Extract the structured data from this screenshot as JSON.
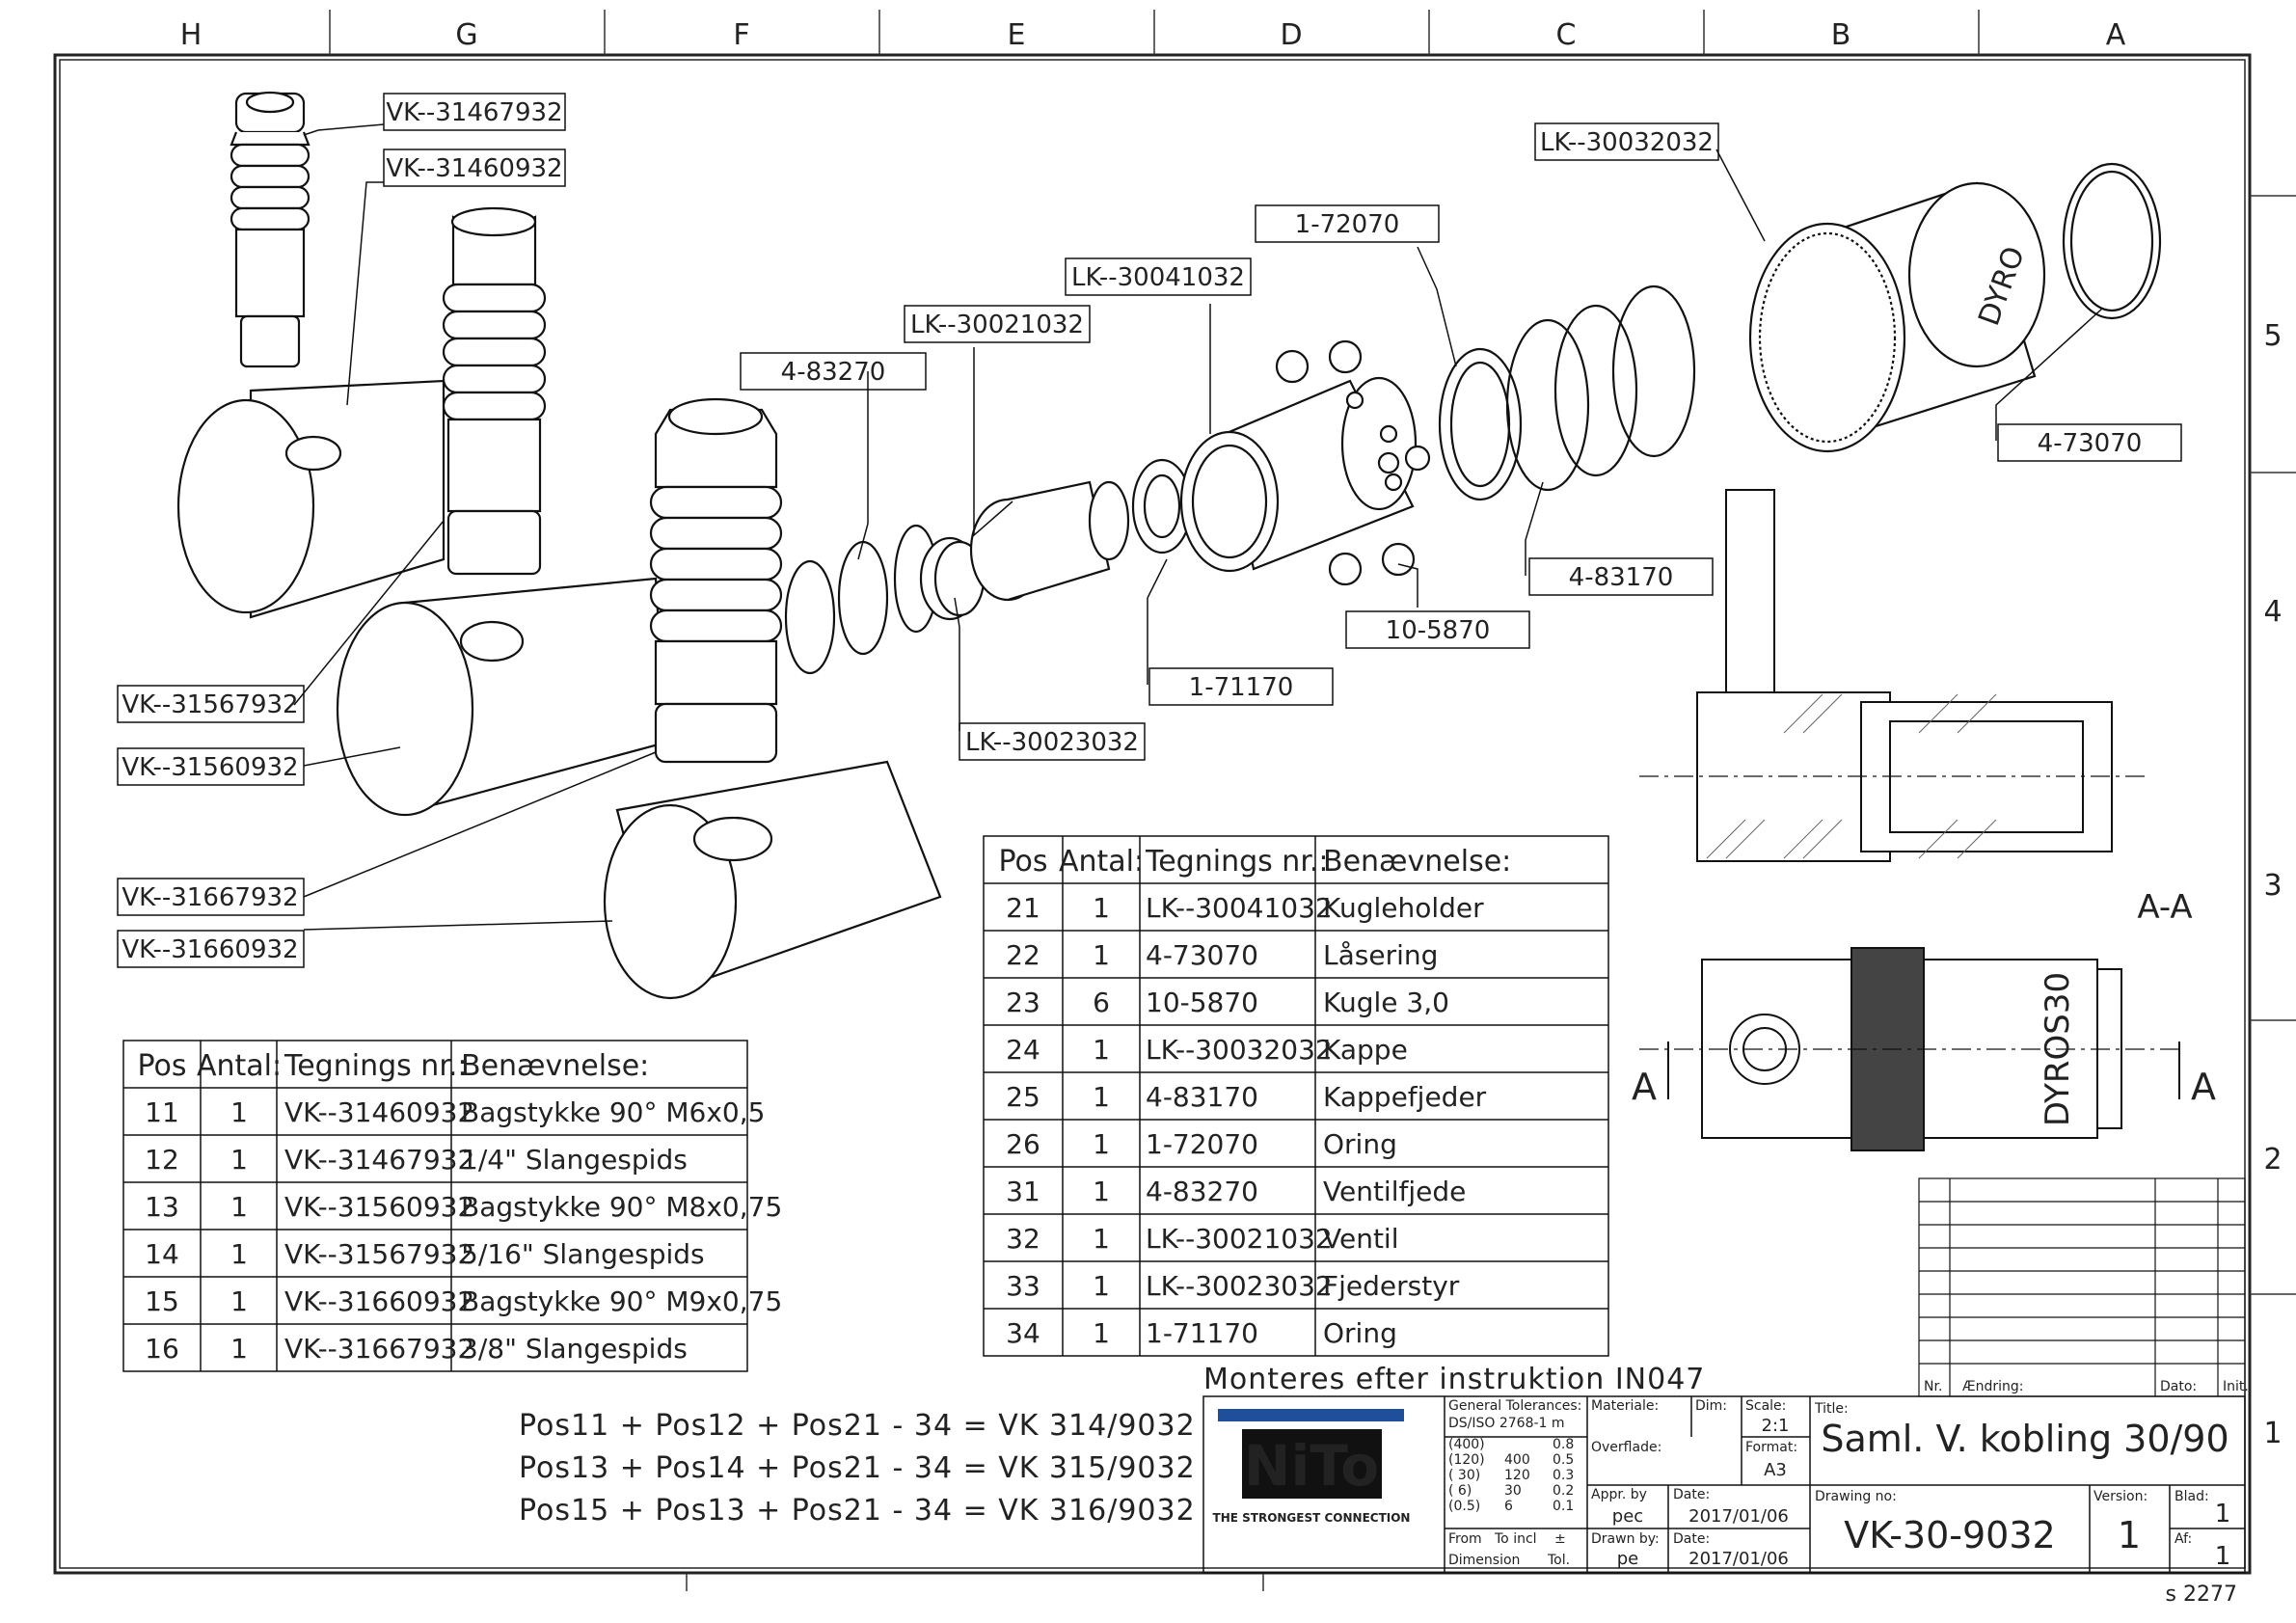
{
  "zones_top": [
    "H",
    "G",
    "F",
    "E",
    "D",
    "C",
    "B",
    "A"
  ],
  "zones_side": [
    "5",
    "4",
    "3",
    "2",
    "1"
  ],
  "callouts": {
    "c1": "VK--31467932",
    "c2": "VK--31460932",
    "c3": "VK--31567932",
    "c4": "VK--31560932",
    "c5": "VK--31667932",
    "c6": "VK--31660932",
    "c7": "4-83270",
    "c8": "LK--30021032",
    "c9": "LK--30041032",
    "c10": "1-72070",
    "c11": "LK--30032032",
    "c12": "4-73070",
    "c13": "4-83170",
    "c14": "10-5870",
    "c15": "1-71170",
    "c16": "LK--30023032"
  },
  "bom_headers": [
    "Pos",
    "Antal:",
    "Tegnings nr.:",
    "Benævnelse:"
  ],
  "bom_left": [
    [
      "11",
      "1",
      "VK--31460932",
      "Bagstykke 90° M6x0,5"
    ],
    [
      "12",
      "1",
      "VK--31467932",
      "1/4\" Slangespids"
    ],
    [
      "13",
      "1",
      "VK--31560932",
      "Bagstykke 90° M8x0,75"
    ],
    [
      "14",
      "1",
      "VK--31567932",
      "5/16\" Slangespids"
    ],
    [
      "15",
      "1",
      "VK--31660932",
      "Bagstykke 90° M9x0,75"
    ],
    [
      "16",
      "1",
      "VK--31667932",
      "3/8\" Slangespids"
    ]
  ],
  "bom_right": [
    [
      "21",
      "1",
      "LK--30041032",
      "Kugleholder"
    ],
    [
      "22",
      "1",
      "4-73070",
      "Låsering"
    ],
    [
      "23",
      "6",
      "10-5870",
      "Kugle 3,0"
    ],
    [
      "24",
      "1",
      "LK--30032032",
      "Kappe"
    ],
    [
      "25",
      "1",
      "4-83170",
      "Kappefjeder"
    ],
    [
      "26",
      "1",
      "1-72070",
      "Oring"
    ],
    [
      "31",
      "1",
      "4-83270",
      "Ventilfjede"
    ],
    [
      "32",
      "1",
      "LK--30021032",
      "Ventil"
    ],
    [
      "33",
      "1",
      "LK--30023032",
      "Fjederstyr"
    ],
    [
      "34",
      "1",
      "1-71170",
      "Oring"
    ]
  ],
  "note": "Monteres efter instruktion IN047",
  "equations": [
    "Pos11 + Pos12 + Pos21 - 34 = VK 314/9032",
    "Pos13 + Pos14 + Pos21 - 34 = VK 315/9032",
    "Pos15 + Pos13 + Pos21 - 34 = VK 316/9032"
  ],
  "section_label": "A-A",
  "section_marks": [
    "A",
    "A"
  ],
  "engraving": "DYROS30",
  "engraving_top": "DYRO",
  "revision_headers": [
    "Nr.",
    "Ændring:",
    "Dato:",
    "Init."
  ],
  "title_block": {
    "logo": "NiTo",
    "logo_tag": "THE STRONGEST CONNECTION",
    "tol_header": "General Tolerances:",
    "tol_std": "DS/ISO 2768-1 m",
    "tol_rows": [
      [
        "(400)",
        "",
        "0.8"
      ],
      [
        "(120)",
        "400",
        "0.5"
      ],
      [
        "( 30)",
        "120",
        "0.3"
      ],
      [
        "( 6)",
        "30",
        "0.2"
      ],
      [
        "(0.5)",
        "6",
        "0.1"
      ]
    ],
    "tol_foot": [
      "From",
      "To incl",
      "±"
    ],
    "tol_foot2": [
      "Dimension",
      "Tol."
    ],
    "materiale": "Materiale:",
    "dim": "Dim:",
    "scale_label": "Scale:",
    "scale": "2:1",
    "overflade": "Overflade:",
    "format_label": "Format:",
    "format": "A3",
    "appr_label": "Appr. by",
    "appr": "pec",
    "date_label": "Date:",
    "appr_date": "2017/01/06",
    "drawn_label": "Drawn by:",
    "drawn": "pe",
    "drawn_date": "2017/01/06",
    "title_label": "Title:",
    "title": "Saml. V. kobling 30/90",
    "drawing_no_label": "Drawing no:",
    "drawing_no": "VK-30-9032",
    "version_label": "Version:",
    "version": "1",
    "blad_label": "Blad:",
    "blad": "1",
    "af_label": "Af:",
    "af": "1"
  },
  "sheet_code": "s 2277"
}
